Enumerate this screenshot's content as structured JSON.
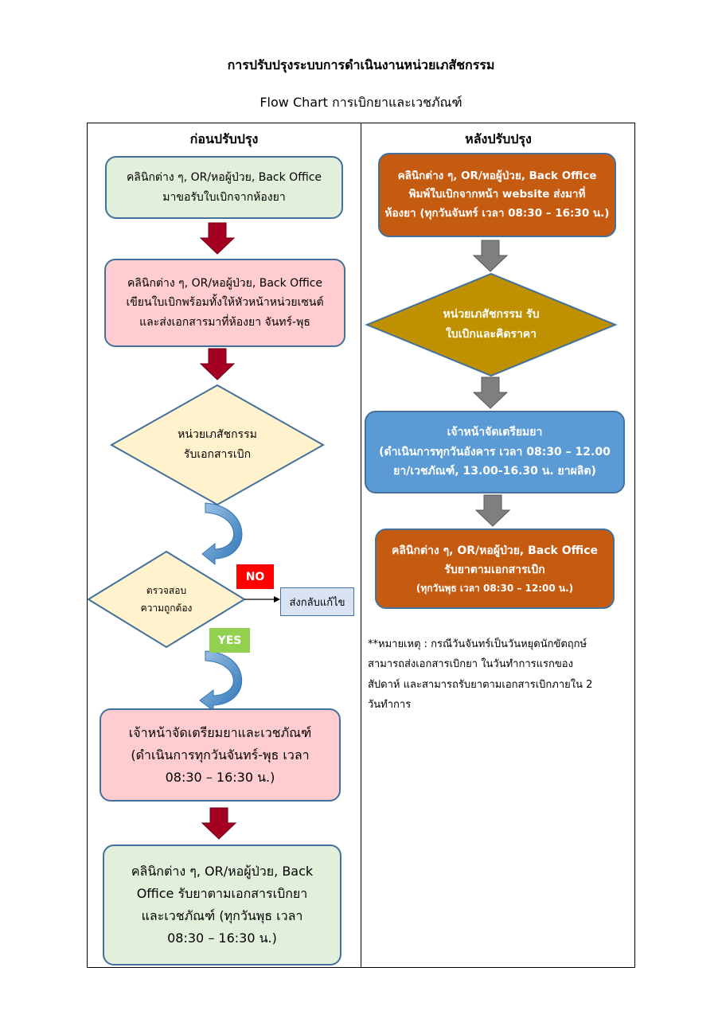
{
  "header": {
    "title": "การปรับปรุงระบบการดำเนินงานหน่วยเภสัชกรรม",
    "subtitle": "Flow Chart การเบิกยาและเวชภัณฑ์"
  },
  "before": {
    "heading": "ก่อนปรับปรุง",
    "step1": [
      "คลินิกต่าง ๆ, OR/หอผู้ป่วย, Back Office",
      "มาขอรับใบเบิกจากห้องยา"
    ],
    "step2": [
      "คลินิกต่าง ๆ, OR/หอผู้ป่วย, Back Office",
      "เขียนใบเบิกพร้อมทั้งให้หัวหน้าหน่วยเซนต์",
      "และส่งเอกสารมาที่ห้องยา จันทร์-พุธ"
    ],
    "decision1": [
      "หน่วยเภสัชกรรม",
      "รับเอกสารเบิก"
    ],
    "decision2": [
      "ตรวจสอบ",
      "ความถูกต้อง"
    ],
    "no_label": "NO",
    "yes_label": "YES",
    "return_box": "ส่งกลับแก้ไข",
    "step3": [
      "เจ้าหน้าจัดเตรียมยาและเวชภัณฑ์",
      "(ดำเนินการทุกวันจันทร์-พุธ เวลา",
      "08:30 – 16:30 น.)"
    ],
    "step4": [
      "คลินิกต่าง ๆ, OR/หอผู้ป่วย, Back",
      "Office รับยาตามเอกสารเบิกยา",
      "และเวชภัณฑ์ (ทุกวันพุธ เวลา",
      "08:30 – 16:30 น.)"
    ]
  },
  "after": {
    "heading": "หลังปรับปรุง",
    "step1": [
      "คลินิกต่าง ๆ, OR/หอผู้ป่วย, Back Office",
      "พิมพ์ใบเบิกจากหน้า website ส่งมาที่",
      "ห้องยา (ทุกวันจันทร์ เวลา 08:30 – 16:30 น.)"
    ],
    "decision": [
      "หน่วยเภสัชกรรม รับ",
      "ใบเบิกและคิดราคา"
    ],
    "step2": [
      "เจ้าหน้าจัดเตรียมยา",
      "(ดำเนินการทุกวันอังคาร เวลา 08:30 – 12.00",
      "ยา/เวชภัณฑ์, 13.00-16.30 น. ยาผลิต)"
    ],
    "step3": [
      "คลินิกต่าง ๆ, OR/หอผู้ป่วย, Back Office",
      "รับยาตามเอกสารเบิก",
      "(ทุกวันพุธ เวลา 08:30 – 12:00 น.)"
    ],
    "note": [
      "**หมายเหตุ : กรณีวันจันทร์เป็นวันหยุดนักขัตฤกษ์",
      "สามารถส่งเอกสารเบิกยา ในวันทำการแรกของ",
      "สัปดาห์ และสามารถรับยาตามเอกสารเบิกภายใน 2",
      "วันทำการ"
    ]
  },
  "colors": {
    "green_fill": "#e2efda",
    "pink_fill": "#ffcdd0",
    "yellow_fill": "#fff2cc",
    "orange_fill": "#c55a11",
    "gold_fill": "#bf9000",
    "blue_fill": "#5b9bd5",
    "dark_red_arrow": "#a50021",
    "gray_arrow": "#808080",
    "no_red": "#ff0000",
    "yes_green": "#92d050"
  }
}
